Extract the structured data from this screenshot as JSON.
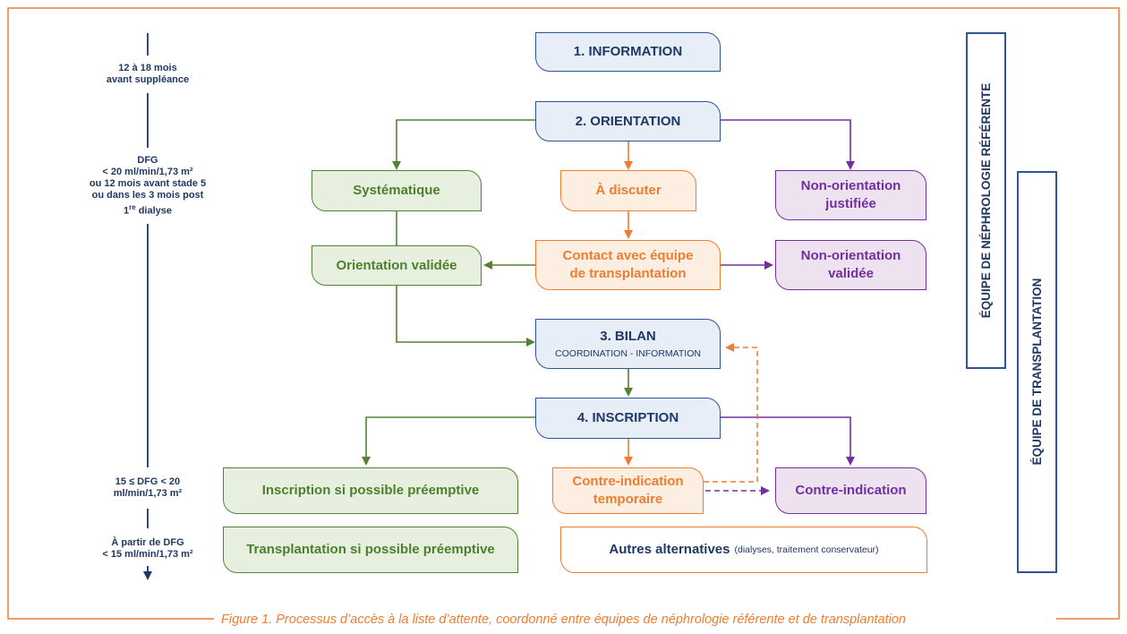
{
  "steps": {
    "information": "1. INFORMATION",
    "orientation": "2. ORIENTATION",
    "bilan": "3. BILAN",
    "bilan_sub": "COORDINATION - INFORMATION",
    "inscription": "4. INSCRIPTION"
  },
  "orientation_options": {
    "systematique": "Systématique",
    "a_discuter": "À discuter",
    "non_orientation_justifiee_1": "Non-orientation",
    "non_orientation_justifiee_2": "justifiée",
    "orientation_validee": "Orientation validée",
    "contact_1": "Contact avec équipe",
    "contact_2": "de transplantation",
    "non_orientation_validee_1": "Non-orientation",
    "non_orientation_validee_2": "validée"
  },
  "outcomes": {
    "inscription_preemptive": "Inscription si possible préemptive",
    "transplantation_preemptive": "Transplantation si possible préemptive",
    "contre_indication_temporaire_1": "Contre-indication",
    "contre_indication_temporaire_2": "temporaire",
    "contre_indication": "Contre-indication",
    "autres_alternatives": "Autres alternatives",
    "autres_alternatives_sub": "(dialyses, traitement conservateur)"
  },
  "timeline": {
    "t1_line1": "12 à 18 mois",
    "t1_line2": "avant suppléance",
    "t2_line1": "DFG",
    "t2_line2": "< 20 ml/min/1,73 m²",
    "t2_line3": "ou 12 mois avant stade 5",
    "t2_line4": "ou dans les 3 mois post",
    "t2_line5_pre": "1",
    "t2_line5_sup": "re",
    "t2_line5_post": " dialyse",
    "t3_line1": "15 ≤ DFG < 20",
    "t3_line2": "ml/min/1,73 m²",
    "t4_line1": "À partir de DFG",
    "t4_line2": "< 15 ml/min/1,73 m²"
  },
  "teams": {
    "nephrologie": "ÉQUIPE DE NÉPHROLOGIE RÉFÉRENTE",
    "transplantation": "ÉQUIPE DE TRANSPLANTATION"
  },
  "caption": "Figure 1. Processus d’accès à la liste d’attente, coordonné entre équipes de néphrologie référente et de transplantation",
  "colors": {
    "frame": "#ed7d31",
    "blue": "#2f5597",
    "green": "#548235",
    "orange": "#ed7d31",
    "purple": "#7030a0",
    "navy": "#1f3864"
  }
}
